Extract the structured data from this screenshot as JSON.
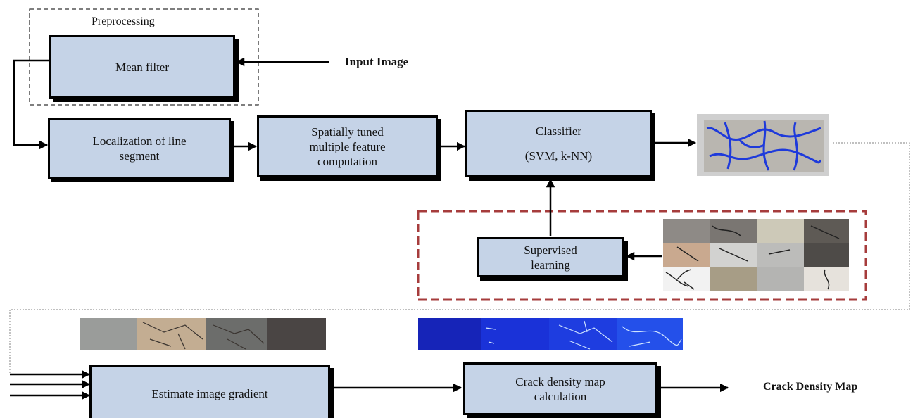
{
  "preprocessing": {
    "label": "Preprocessing"
  },
  "boxes": {
    "mean_filter": "Mean filter",
    "localization": [
      "Localization of line",
      "segment"
    ],
    "spatial": [
      "Spatially tuned",
      "multiple feature",
      "computation"
    ],
    "classifier": [
      "Classifier",
      "(SVM, k-NN)"
    ],
    "supervised": [
      "Supervised",
      "learning"
    ],
    "estimate": "Estimate image gradient",
    "crack_density": [
      "Crack density map",
      "calculation"
    ]
  },
  "labels": {
    "input_image": "Input Image",
    "crack_density_map": "Crack Density Map"
  },
  "colors": {
    "box_fill": "#c5d3e7",
    "training_frame": "#a63c3c",
    "connector_dotted": "#9a9a9a"
  }
}
